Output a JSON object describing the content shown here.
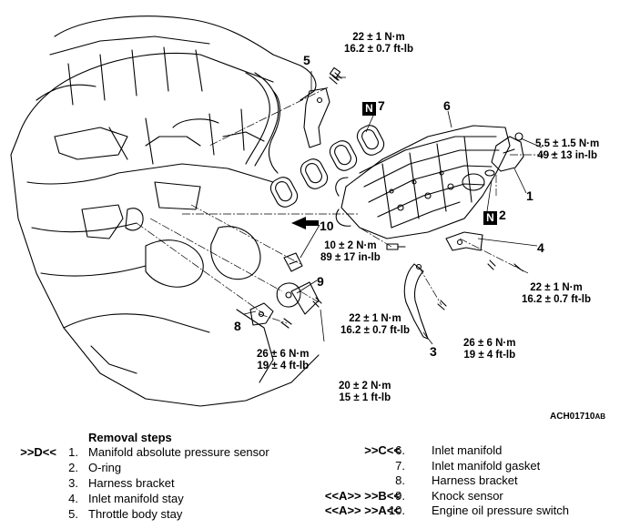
{
  "callouts": [
    {
      "id": "c5",
      "text": "5"
    },
    {
      "id": "c7",
      "text": "7",
      "boxed": "N"
    },
    {
      "id": "c6",
      "text": "6"
    },
    {
      "id": "c1",
      "text": "1"
    },
    {
      "id": "c2",
      "text": "2",
      "boxed": "N"
    },
    {
      "id": "c10",
      "text": "10"
    },
    {
      "id": "c4",
      "text": "4"
    },
    {
      "id": "c9",
      "text": "9"
    },
    {
      "id": "c8",
      "text": "8"
    },
    {
      "id": "c3",
      "text": "3"
    }
  ],
  "torques": [
    {
      "id": "t_top",
      "lines": [
        "22 ± 1 N·m",
        "16.2 ± 0.7 ft-lb"
      ]
    },
    {
      "id": "t_right1",
      "lines": [
        "5.5 ± 1.5 N·m",
        "49 ± 13 in-lb"
      ]
    },
    {
      "id": "t_sensor",
      "lines": [
        "10 ± 2 N·m",
        "89 ± 17 in-lb"
      ]
    },
    {
      "id": "t_right2",
      "lines": [
        "22 ± 1 N·m",
        "16.2 ± 0.7 ft-lb"
      ]
    },
    {
      "id": "t_mid",
      "lines": [
        "22 ± 1 N·m",
        "16.2 ± 0.7 ft-lb"
      ]
    },
    {
      "id": "t_right3",
      "lines": [
        "26 ± 6 N·m",
        "19 ± 4 ft-lb"
      ]
    },
    {
      "id": "t_left",
      "lines": [
        "26 ± 6 N·m",
        "19 ± 4 ft-lb"
      ]
    },
    {
      "id": "t_bottom",
      "lines": [
        "20 ± 2 N·m",
        "15 ± 1 ft-lb"
      ]
    }
  ],
  "figure_id": {
    "main": "ACH01710",
    "suffix": "AB"
  },
  "removal": {
    "title": "Removal steps",
    "left": [
      {
        "mark": ">>D<<",
        "num": "1.",
        "text": "Manifold absolute pressure sensor"
      },
      {
        "mark": "",
        "num": "2.",
        "text": "O-ring"
      },
      {
        "mark": "",
        "num": "3.",
        "text": "Harness bracket"
      },
      {
        "mark": "",
        "num": "4.",
        "text": "Inlet manifold stay"
      },
      {
        "mark": "",
        "num": "5.",
        "text": "Throttle body stay"
      }
    ],
    "right": [
      {
        "mark": ">>C<<",
        "num": "6.",
        "text": "Inlet manifold"
      },
      {
        "mark": "",
        "num": "7.",
        "text": "Inlet manifold gasket"
      },
      {
        "mark": "",
        "num": "8.",
        "text": "Harness bracket"
      },
      {
        "mark": "<<A>>    >>B<<",
        "num": "9.",
        "text": "Knock sensor"
      },
      {
        "mark": "<<A>>    >>A<<",
        "num": "10.",
        "text": "Engine oil pressure switch"
      }
    ]
  }
}
